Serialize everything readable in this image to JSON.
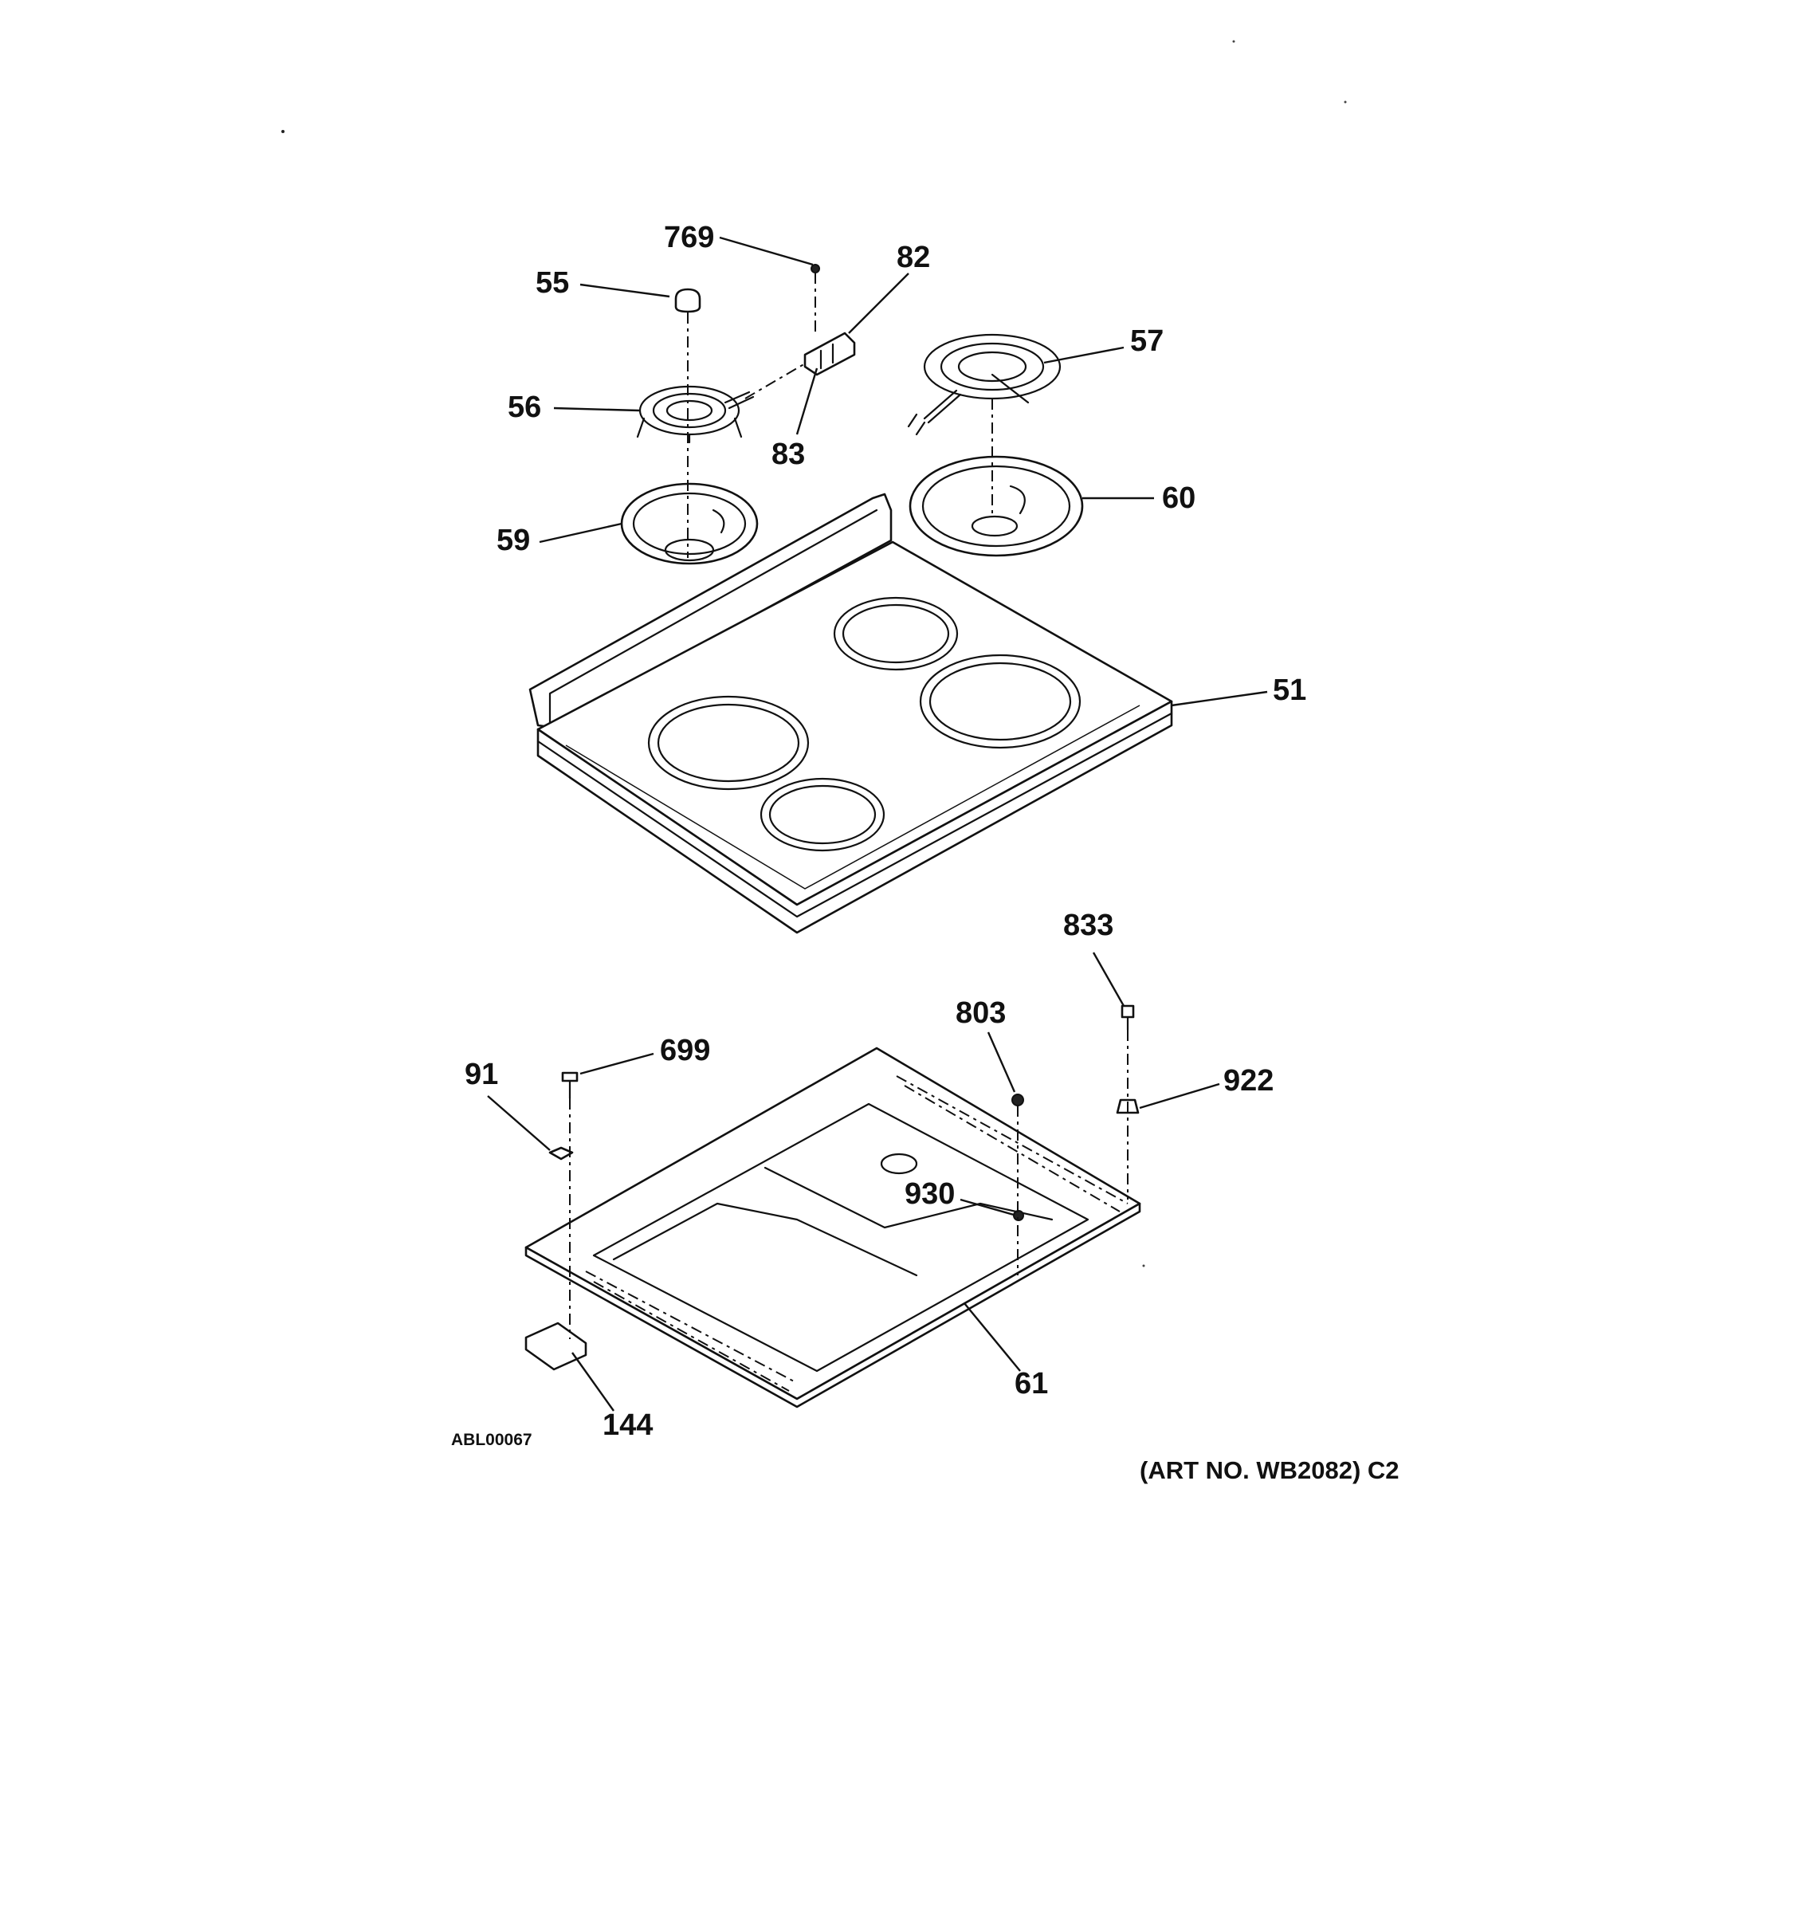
{
  "labels": {
    "p769": "769",
    "p82": "82",
    "p55": "55",
    "p57": "57",
    "p56": "56",
    "p83": "83",
    "p60": "60",
    "p59": "59",
    "p51": "51",
    "p833": "833",
    "p803": "803",
    "p699": "699",
    "p91": "91",
    "p922": "922",
    "p930": "930",
    "p61": "61",
    "p144": "144"
  },
  "drawing_code": "ABL00067",
  "art_number": "(ART NO. WB2082) C2"
}
